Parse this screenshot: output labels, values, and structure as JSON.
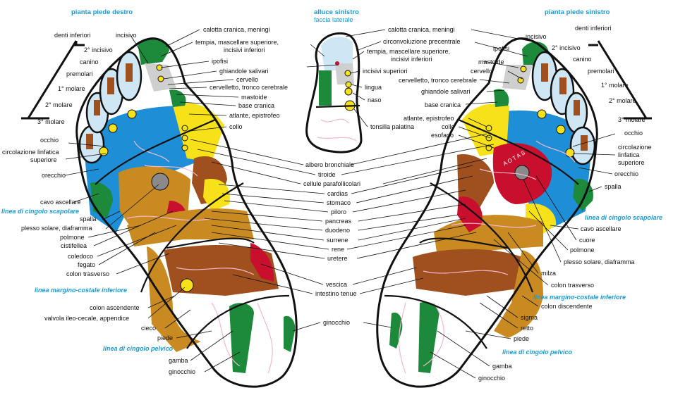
{
  "titles": {
    "right_foot": "pianta piede destro",
    "big_toe": "alluce sinistro",
    "big_toe_sub": "faccia laterale",
    "left_foot": "pianta piede sinistro"
  },
  "colors": {
    "green": "#1c8a3a",
    "blue": "#1e8fd6",
    "light_blue": "#cfe6f5",
    "yellow": "#f7e21a",
    "brown": "#a0501e",
    "ochre": "#c98a22",
    "red": "#c8102e",
    "grey": "#8a8a8a",
    "outline": "#111111",
    "vein": "#f2b8d0",
    "caption_blue": "#1a9bd7"
  },
  "labels": {
    "denti_inferiori_l": "denti inferiori",
    "incisivo_2_l": "2° incisivo",
    "canino_l": "canino",
    "premolari_l": "premolari",
    "molare_1_l": "1° molare",
    "molare_2_l": "2° molare",
    "molare_3_l": "3° molare",
    "occhio_l": "occhio",
    "circolazione_l": "circolazione linfatica",
    "superiore_l": "superiore",
    "orecchio_l": "orecchio",
    "cavo_ascellare_l": "cavo ascellare",
    "linea_scapolare_l": "linea di cingolo scapolare",
    "spalla_l": "spalla",
    "plesso_l": "plesso solare, diaframma",
    "polmone_l": "polmone",
    "cistifellea_l": "cistifellea",
    "coledoco_l": "coledoco",
    "fegato_l": "fegato",
    "colon_trasverso_l": "colon trasverso",
    "linea_costale_l": "linea margino-costale inferiore",
    "colon_ascendente_l": "colon ascendente",
    "valvola_l": "valvola ileo-cecale, appendice",
    "cieco_l": "cieco",
    "piede_l": "piede",
    "linea_pelvico_l": "linea di cingolo pelvico",
    "gamba_l": "gamba",
    "ginocchio_l": "ginocchio",
    "incisivo_l": "incisivo",
    "calotta_l": "calotta cranica, meningi",
    "tempia_l": "tempia, mascellare superiore,",
    "tempia2_l": "incisivi inferiori",
    "ipofisi_l": "ipofisi",
    "ghiandole_l": "ghiandole salivari",
    "cervello_l": "cervello",
    "cervelletto_l": "cervelletto, tronco cerebrale",
    "mastoide_l": "mastoide",
    "base_cranica_l": "base cranica",
    "atlante_l": "atlante, epistrofeo",
    "collo_l": "collo",
    "calotta_t": "calotta cranica, meningi",
    "circonvoluzione_t": "circonvoluzione precentrale",
    "tempia_t": "tempia, mascellare superiore,",
    "tempia2_t": "incisivi inferiori",
    "incisivi_sup_t": "incisivi superiori",
    "lingua_t": "lingua",
    "naso_t": "naso",
    "tonsilla_t": "tonsilla palatina",
    "albero": "albero bronchiale",
    "tiroide": "tiroide",
    "cellule": "cellule parafollicolari",
    "cardias": "cardias",
    "stomaco": "stomaco",
    "piloro": "piloro",
    "pancreas": "pancreas",
    "duodeno": "duodeno",
    "surrene": "surrene",
    "rene": "rene",
    "uretere": "uretere",
    "vescica": "vescica",
    "intestino": "intestino tenue",
    "ginocchio_c": "ginocchio",
    "incisivo_r": "incisivo",
    "ipofisi_r": "ipofisi",
    "mastoide_r": "mastoide",
    "cervello_r": "cervello",
    "cervelletto_r": "cervelletto, tronco cerebrale",
    "ghiandole_r": "ghiandole salivari",
    "base_cranica_r": "base cranica",
    "atlante_r": "atlante, epistrofeo",
    "collo_r": "collo",
    "esofago_r": "esofago",
    "denti_inferiori_r": "denti inferiori",
    "incisivo_2_r": "2° incisivo",
    "canino_r": "canino",
    "premolari_r": "premolari",
    "molare_1_r": "1° molare",
    "molare_2_r": "2° molare",
    "molare_3_r": "3° molare",
    "occhio_r": "occhio",
    "circolazione_r": "circolazione",
    "linfatica_r": "linfatica",
    "superiore_r": "superiore",
    "orecchio_r": "orecchio",
    "spalla_r": "spalla",
    "linea_scapolare_r": "linea di cingolo scapolare",
    "cavo_ascellare_r": "cavo ascellare",
    "cuore_r": "cuore",
    "polmone_r": "polmone",
    "plesso_r": "plesso solare, diaframma",
    "milza_r": "milza",
    "colon_trasverso_r": "colon trasverso",
    "linea_costale_r": "linea margino-costale inferiore",
    "colon_discendente_r": "colon discendente",
    "sigma_r": "sigma",
    "retto_r": "retto",
    "piede_r": "piede",
    "linea_pelvico_r": "linea di cingolo pelvico",
    "gamba_r": "gamba",
    "ginocchio_r": "ginocchio",
    "heart_text": "A O T A S"
  }
}
